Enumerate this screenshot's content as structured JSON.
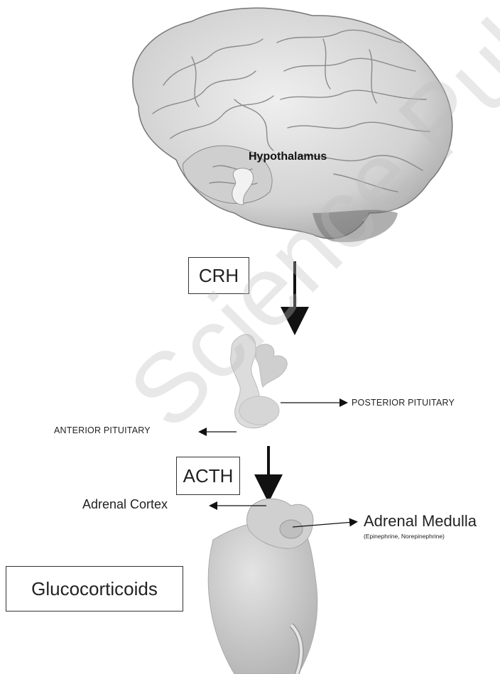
{
  "labels": {
    "hypothalamus": "Hypothalamus",
    "crh": "CRH",
    "anterior_pituitary": "ANTERIOR PITUITARY",
    "posterior_pituitary": "POSTERIOR PITUITARY",
    "acth": "ACTH",
    "adrenal_cortex": "Adrenal Cortex",
    "adrenal_medulla": "Adrenal Medulla",
    "adrenal_medulla_hormones": "(Epinephrine, Norepinephrine)",
    "glucocorticoids": "Glucocorticoids"
  },
  "watermark": "Science Publish",
  "colors": {
    "arrow": "#111111",
    "brain_fill": "#d9d9d9",
    "organ_fill": "#c7c7c7",
    "watermark": "#bebebe"
  },
  "icons": [
    "brain-illustration",
    "pituitary-gland-illustration",
    "adrenal-kidney-illustration"
  ]
}
